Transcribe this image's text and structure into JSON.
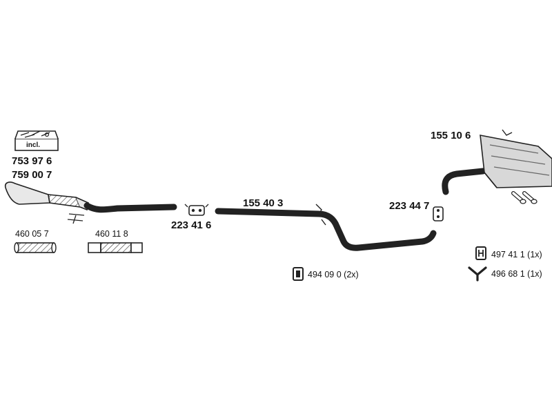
{
  "diagram": {
    "kit_box_label": "incl.",
    "parts": [
      {
        "id": "p753976",
        "number": "753 97 6"
      },
      {
        "id": "p759007",
        "number": "759 00 7"
      },
      {
        "id": "p460057",
        "number": "460 05 7"
      },
      {
        "id": "p460118",
        "number": "460 11 8"
      },
      {
        "id": "p223416",
        "number": "223 41 6"
      },
      {
        "id": "p155403",
        "number": "155 40 3"
      },
      {
        "id": "p223447",
        "number": "223 44 7"
      },
      {
        "id": "p155106",
        "number": "155 10 6"
      }
    ],
    "accessories": [
      {
        "id": "a494090",
        "number": "494 09 0",
        "qty": "(2x)"
      },
      {
        "id": "a497411",
        "number": "497 41 1",
        "qty": "(1x)"
      },
      {
        "id": "a496681",
        "number": "496 68 1",
        "qty": "(1x)"
      }
    ]
  }
}
